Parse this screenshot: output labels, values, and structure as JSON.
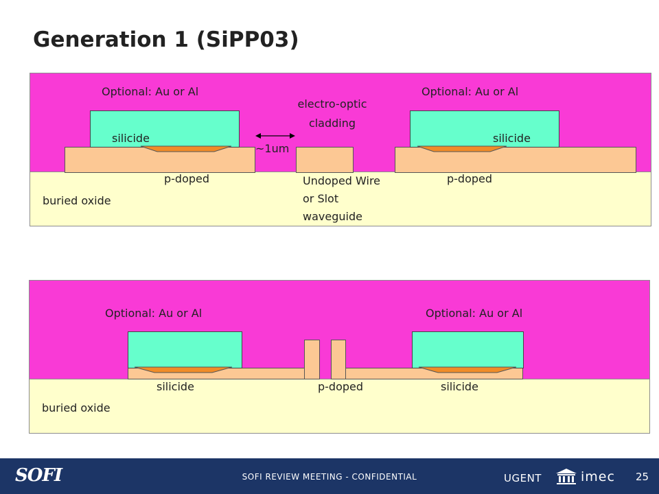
{
  "slide": {
    "title": "Generation 1 (SiPP03)"
  },
  "diagram_top": {
    "metal_left_label": "Optional: Au or Al",
    "metal_right_label": "Optional: Au or Al",
    "cladding_label": "electro-optic cladding",
    "silicide_left_label": "silicide",
    "silicide_right_label": "silicide",
    "gap_label": "~1um",
    "pdoped_left_label": "p-doped",
    "pdoped_right_label": "p-doped",
    "waveguide_label": "Undoped Wire or Slot waveguide",
    "oxide_label": "buried oxide"
  },
  "diagram_bottom": {
    "metal_left_label": "Optional: Au or Al",
    "metal_right_label": "Optional: Au or Al",
    "silicide_left_label": "silicide",
    "pdoped_label": "p-doped",
    "silicide_right_label": "silicide",
    "oxide_label": "buried oxide"
  },
  "footer": {
    "logo_text": "SOFI",
    "confidential_text": "SOFI REVIEW MEETING - CONFIDENTIAL",
    "ugent_logo": "UGENT",
    "institution_icon": "building-icon",
    "imec_logo": "imec",
    "page_number": "25"
  },
  "colors": {
    "cladding": "#f93ad6",
    "buried_oxide": "#ffffcc",
    "p_doped": "#fcc894",
    "metal": "#66ffcc",
    "silicide": "#f08c28",
    "footer_bg": "#1c3566"
  }
}
